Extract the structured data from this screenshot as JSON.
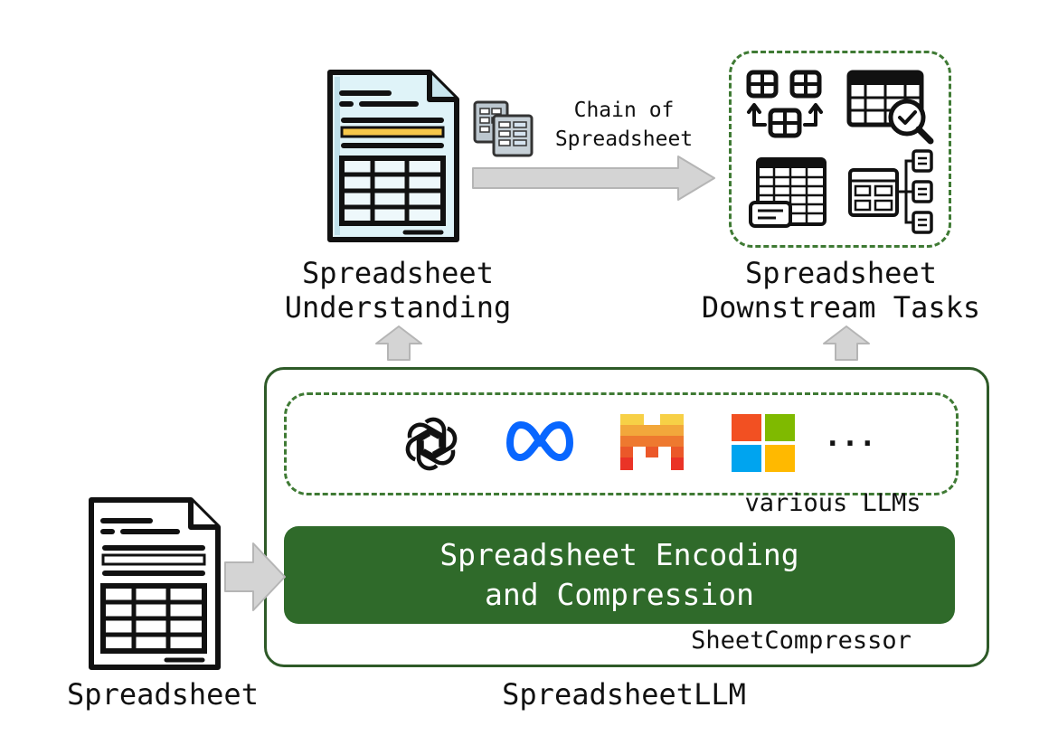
{
  "diagram": {
    "chain_label_line1": "Chain of",
    "chain_label_line2": "Spreadsheet",
    "understanding_line1": "Spreadsheet",
    "understanding_line2": "Understanding",
    "downstream_line1": "Spreadsheet",
    "downstream_line2": "Downstream Tasks",
    "llms_label": "various LLMs",
    "llm_ellipsis": "...",
    "encoding_line1": "Spreadsheet Encoding",
    "encoding_line2": "and Compression",
    "compressor_label": "SheetCompressor",
    "input_label": "Spreadsheet",
    "system_label": "SpreadsheetLLM"
  },
  "icons": [
    "spreadsheet-document-icon",
    "mini-sheets-icon",
    "table-merge-icon",
    "table-search-icon",
    "table-comment-icon",
    "table-hierarchy-icon",
    "openai-icon",
    "meta-icon",
    "mistral-icon",
    "microsoft-icon",
    "arrow-right-icon",
    "arrow-up-icon"
  ],
  "colors": {
    "dark_green": "#2e5a28",
    "encoding_fill": "#2f6a2a",
    "arrow_gray": "#cfcfcf",
    "sheet_fill": "#dff3f8",
    "sheet_accent": "#f7c84a",
    "meta_blue": "#0866ff"
  }
}
